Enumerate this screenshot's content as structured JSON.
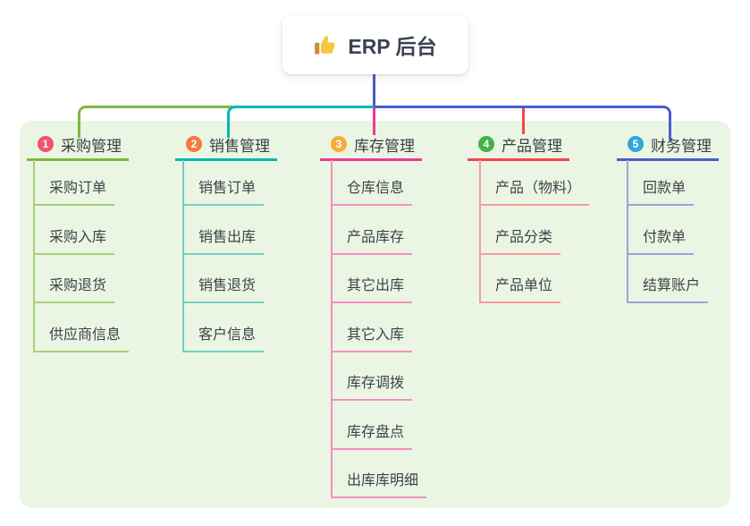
{
  "root": {
    "label": "ERP 后台",
    "icon": "thumbs-up-icon"
  },
  "colors": {
    "panel_bg": "#EAF6E3",
    "root_line": "#4A5CC6",
    "card_text": "#3B4252"
  },
  "branches": [
    {
      "num": "1",
      "title": "采购管理",
      "color": {
        "line": "#7CB93E",
        "light": "#A6D178",
        "badge": "#F1556B"
      },
      "children": [
        "采购订单",
        "采购入库",
        "采购退货",
        "供应商信息"
      ]
    },
    {
      "num": "2",
      "title": "销售管理",
      "color": {
        "line": "#04B9AE",
        "light": "#73CFC6",
        "badge": "#F57B3D"
      },
      "children": [
        "销售订单",
        "销售出库",
        "销售退货",
        "客户信息"
      ]
    },
    {
      "num": "3",
      "title": "库存管理",
      "color": {
        "line": "#EE3A94",
        "light": "#F48FC0",
        "badge": "#F9AC38"
      },
      "children": [
        "仓库信息",
        "产品库存",
        "其它出库",
        "其它入库",
        "库存调拨",
        "库存盘点",
        "出库库明细"
      ]
    },
    {
      "num": "4",
      "title": "产品管理",
      "color": {
        "line": "#F4454E",
        "light": "#F79A9E",
        "badge": "#43B145"
      },
      "children": [
        "产品（物料）",
        "产品分类",
        "产品单位"
      ]
    },
    {
      "num": "5",
      "title": "财务管理",
      "color": {
        "line": "#4A5EC8",
        "light": "#96A5DC",
        "badge": "#32A4DB"
      },
      "children": [
        "回款单",
        "付款单",
        "结算账户"
      ]
    }
  ]
}
